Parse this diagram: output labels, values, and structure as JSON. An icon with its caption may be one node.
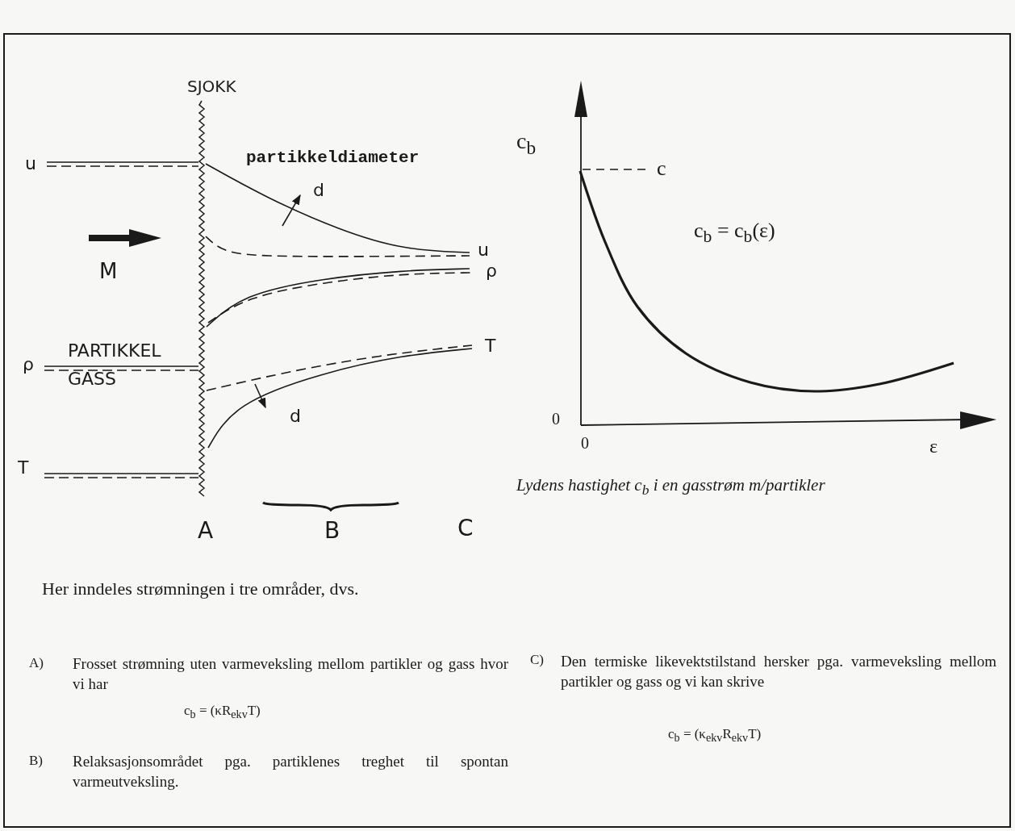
{
  "diagram": {
    "labels": [
      "SJOKK",
      "u",
      "partikkeldiameter",
      "d",
      "M",
      "u",
      "ρ",
      "PARTIKKEL",
      "T",
      "ρ",
      "GASS",
      "d",
      "T",
      "A",
      "B",
      "C",
      "c$_{b}$",
      "c",
      "c$_{b}$ = c$_{b}$(ε)",
      "0",
      "0",
      "ε",
      "Lydens hastighet c$_{b}$ i en gasstrøm m/partikler",
      "Her inndeles strømningen i tre områder, dvs.",
      "A)",
      "Frosset strømning uten varmeveksling mellom partikler og gass hvor vi har",
      "C)",
      "Den termiske likevektstilstand hersker pga. varmeveksling mellom partikler og gass og vi kan skrive",
      "c$_{b}$ = (κR$_{ekv}$T)",
      "c$_{b}$ = (κ$_{ekv}$R$_{ekv}$T)",
      "B)",
      "Relaksasjonsområdet pga. partiklenes treghet til spontan varmeutveksling."
    ]
  }
}
